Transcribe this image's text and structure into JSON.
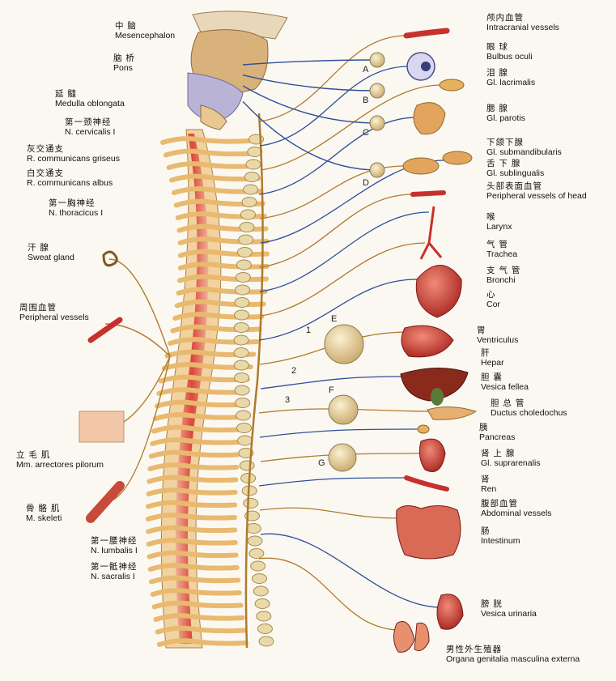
{
  "left_labels": [
    {
      "key": "mesencephalon",
      "cn": "中 脑",
      "la": "Mesencephalon"
    },
    {
      "key": "pons",
      "cn": "脑 桥",
      "la": "Pons"
    },
    {
      "key": "medulla",
      "cn": "延 髓",
      "la": "Medulla oblongata"
    },
    {
      "key": "cervicalis",
      "cn": "第一颈神经",
      "la": "N. cervicalis I"
    },
    {
      "key": "griseus",
      "cn": "灰交通支",
      "la": "R. communicans griseus"
    },
    {
      "key": "albus",
      "cn": "白交通支",
      "la": "R. communicans albus"
    },
    {
      "key": "thoracicus",
      "cn": "第一胸神经",
      "la": "N. thoracicus I"
    },
    {
      "key": "sweat",
      "cn": "汗 腺",
      "la": "Sweat gland"
    },
    {
      "key": "periph",
      "cn": "周围血管",
      "la": "Peripheral vessels"
    },
    {
      "key": "arrectores",
      "cn": "立 毛 肌",
      "la": "Mm. arrectores pilorum"
    },
    {
      "key": "skeleti",
      "cn": "骨 骼 肌",
      "la": "M. skeleti"
    },
    {
      "key": "lumbalis",
      "cn": "第一腰神经",
      "la": "N. lumbalis I"
    },
    {
      "key": "sacralis",
      "cn": "第一骶神经",
      "la": "N. sacralis I"
    }
  ],
  "right_labels": [
    {
      "key": "intracranial",
      "cn": "颅内血管",
      "la": "Intracranial vessels"
    },
    {
      "key": "bulbus",
      "cn": "眼 球",
      "la": "Bulbus oculi"
    },
    {
      "key": "lacrimalis",
      "cn": "泪 腺",
      "la": "Gl. lacrimalis"
    },
    {
      "key": "parotis",
      "cn": "腮 腺",
      "la": "Gl. parotis"
    },
    {
      "key": "submand",
      "cn": "下颌下腺",
      "la": "Gl. submandibularis"
    },
    {
      "key": "subling",
      "cn": "舌 下 腺",
      "la": "Gl. sublingualis"
    },
    {
      "key": "headvess",
      "cn": "头部表面血管",
      "la": "Peripheral vessels of head"
    },
    {
      "key": "larynx",
      "cn": "喉",
      "la": "Larynx"
    },
    {
      "key": "trachea",
      "cn": "气 管",
      "la": "Trachea"
    },
    {
      "key": "bronchi",
      "cn": "支 气 管",
      "la": "Bronchi"
    },
    {
      "key": "cor",
      "cn": "心",
      "la": "Cor"
    },
    {
      "key": "ventric",
      "cn": "胃",
      "la": "Ventriculus"
    },
    {
      "key": "hepar",
      "cn": "肝",
      "la": "Hepar"
    },
    {
      "key": "fellea",
      "cn": "胆 囊",
      "la": "Vesica fellea"
    },
    {
      "key": "choled",
      "cn": "胆 总 管",
      "la": "Ductus choledochus"
    },
    {
      "key": "pancreas",
      "cn": "胰",
      "la": "Pancreas"
    },
    {
      "key": "supraren",
      "cn": "肾 上 腺",
      "la": "Gl. suprarenalis"
    },
    {
      "key": "ren",
      "cn": "肾",
      "la": "Ren"
    },
    {
      "key": "abdominal",
      "cn": "腹部血管",
      "la": "Abdominal vessels"
    },
    {
      "key": "intestinum",
      "cn": "肠",
      "la": "Intestinum"
    },
    {
      "key": "urinaria",
      "cn": "膀 胱",
      "la": "Vesica urinaria"
    },
    {
      "key": "genitalia",
      "cn": "男性外生殖器",
      "la": "Organa genitalia masculina externa"
    }
  ],
  "ganglion_letters": [
    "A",
    "B",
    "C",
    "D",
    "E",
    "F",
    "G"
  ],
  "path_numbers": [
    "1",
    "2",
    "3"
  ],
  "colors": {
    "nerve": "#b07a2c",
    "nerve_blue": "#2f4f9a",
    "cord": "#e3745e",
    "vertebra": "#e8b96f",
    "ganglion": "#e9d9a8",
    "organ_red": "#c7312d",
    "liver": "#8a2a1c"
  }
}
